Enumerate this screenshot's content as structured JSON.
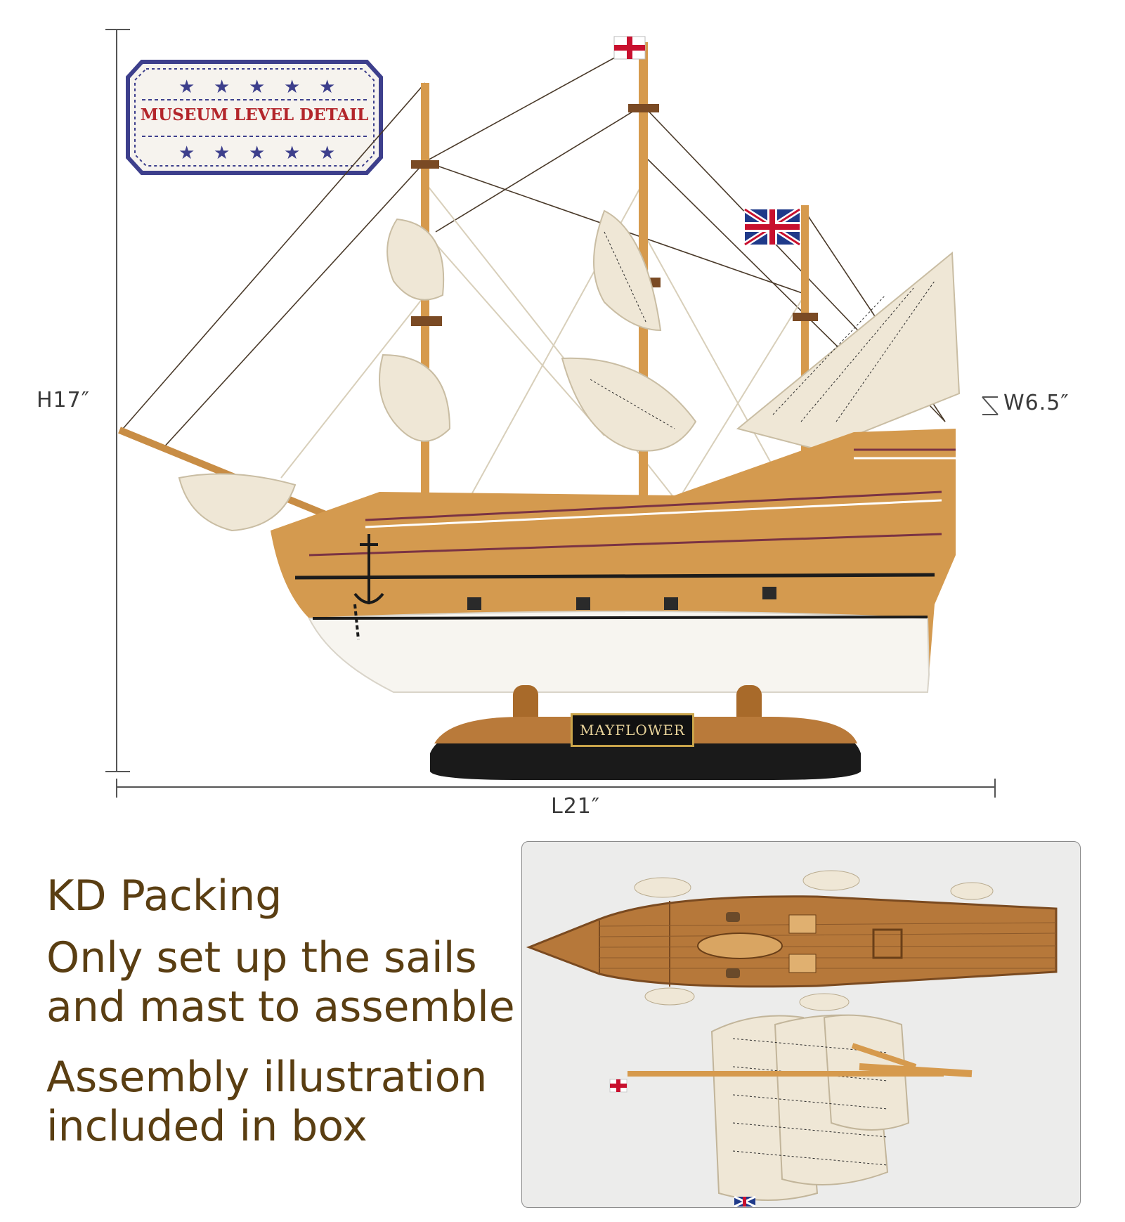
{
  "badge": {
    "text": "MUSEUM LEVEL DETAIL"
  },
  "dimensions": {
    "height": "H17″",
    "width": "W6.5″",
    "length": "L21″"
  },
  "plaque": {
    "text": "MAYFLOWER"
  },
  "info": {
    "heading": "KD Packing",
    "line1": "Only set up the sails",
    "line2": "and mast to assemble",
    "line3": "Assembly illustration",
    "line4": "included in box"
  },
  "colors": {
    "text_brown": "#5a3e12",
    "stamp_blue": "#3d3f8c",
    "stamp_red": "#b3262b",
    "hull_wood": "#d49a4f",
    "hull_white": "#f7f5f0",
    "sail": "#efe7d6",
    "base_black": "#1a1a1a"
  },
  "icons": [
    "star-icon",
    "st-george-flag-icon",
    "union-jack-flag-icon",
    "anchor-icon"
  ]
}
